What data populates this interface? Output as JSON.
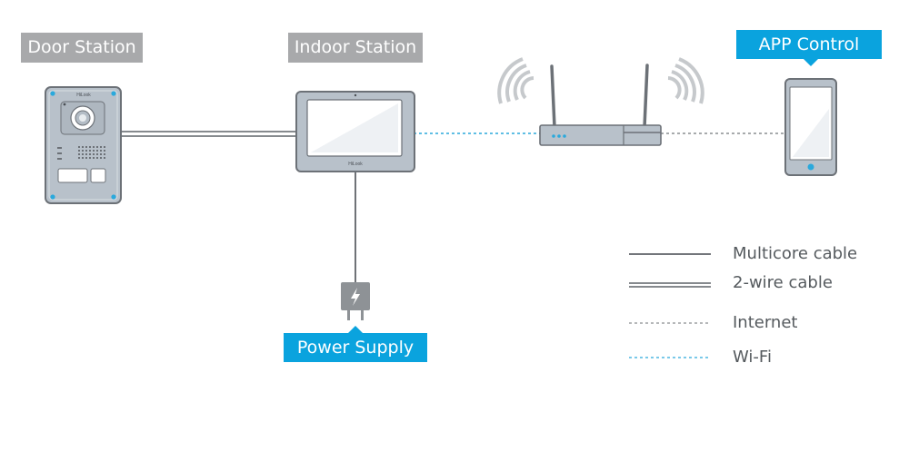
{
  "labels": {
    "door_station": "Door Station",
    "indoor_station": "Indoor Station",
    "app_control": "APP Control",
    "power_supply": "Power Supply"
  },
  "devices": {
    "door_station_brand": "HiLook",
    "indoor_station_brand": "HiLook"
  },
  "legend": [
    {
      "label": "Multicore cable",
      "style": "solid"
    },
    {
      "label": "2-wire cable",
      "style": "double"
    },
    {
      "label": "Internet",
      "style": "dashed-grey"
    },
    {
      "label": "Wi-Fi",
      "style": "dashed-blue"
    }
  ],
  "colors": {
    "label_grey": "#a8a9ab",
    "label_blue": "#0aa3de",
    "device_fill": "#bcc4cc",
    "device_stroke": "#6c7177",
    "cable": "#5f6368",
    "wifi_line": "#2aa9dc",
    "internet_line": "#8a8d90"
  },
  "icons": {
    "power": "power-plug-icon",
    "wifi": "wifi-signal-icon",
    "router": "router-icon",
    "phone": "smartphone-icon"
  }
}
